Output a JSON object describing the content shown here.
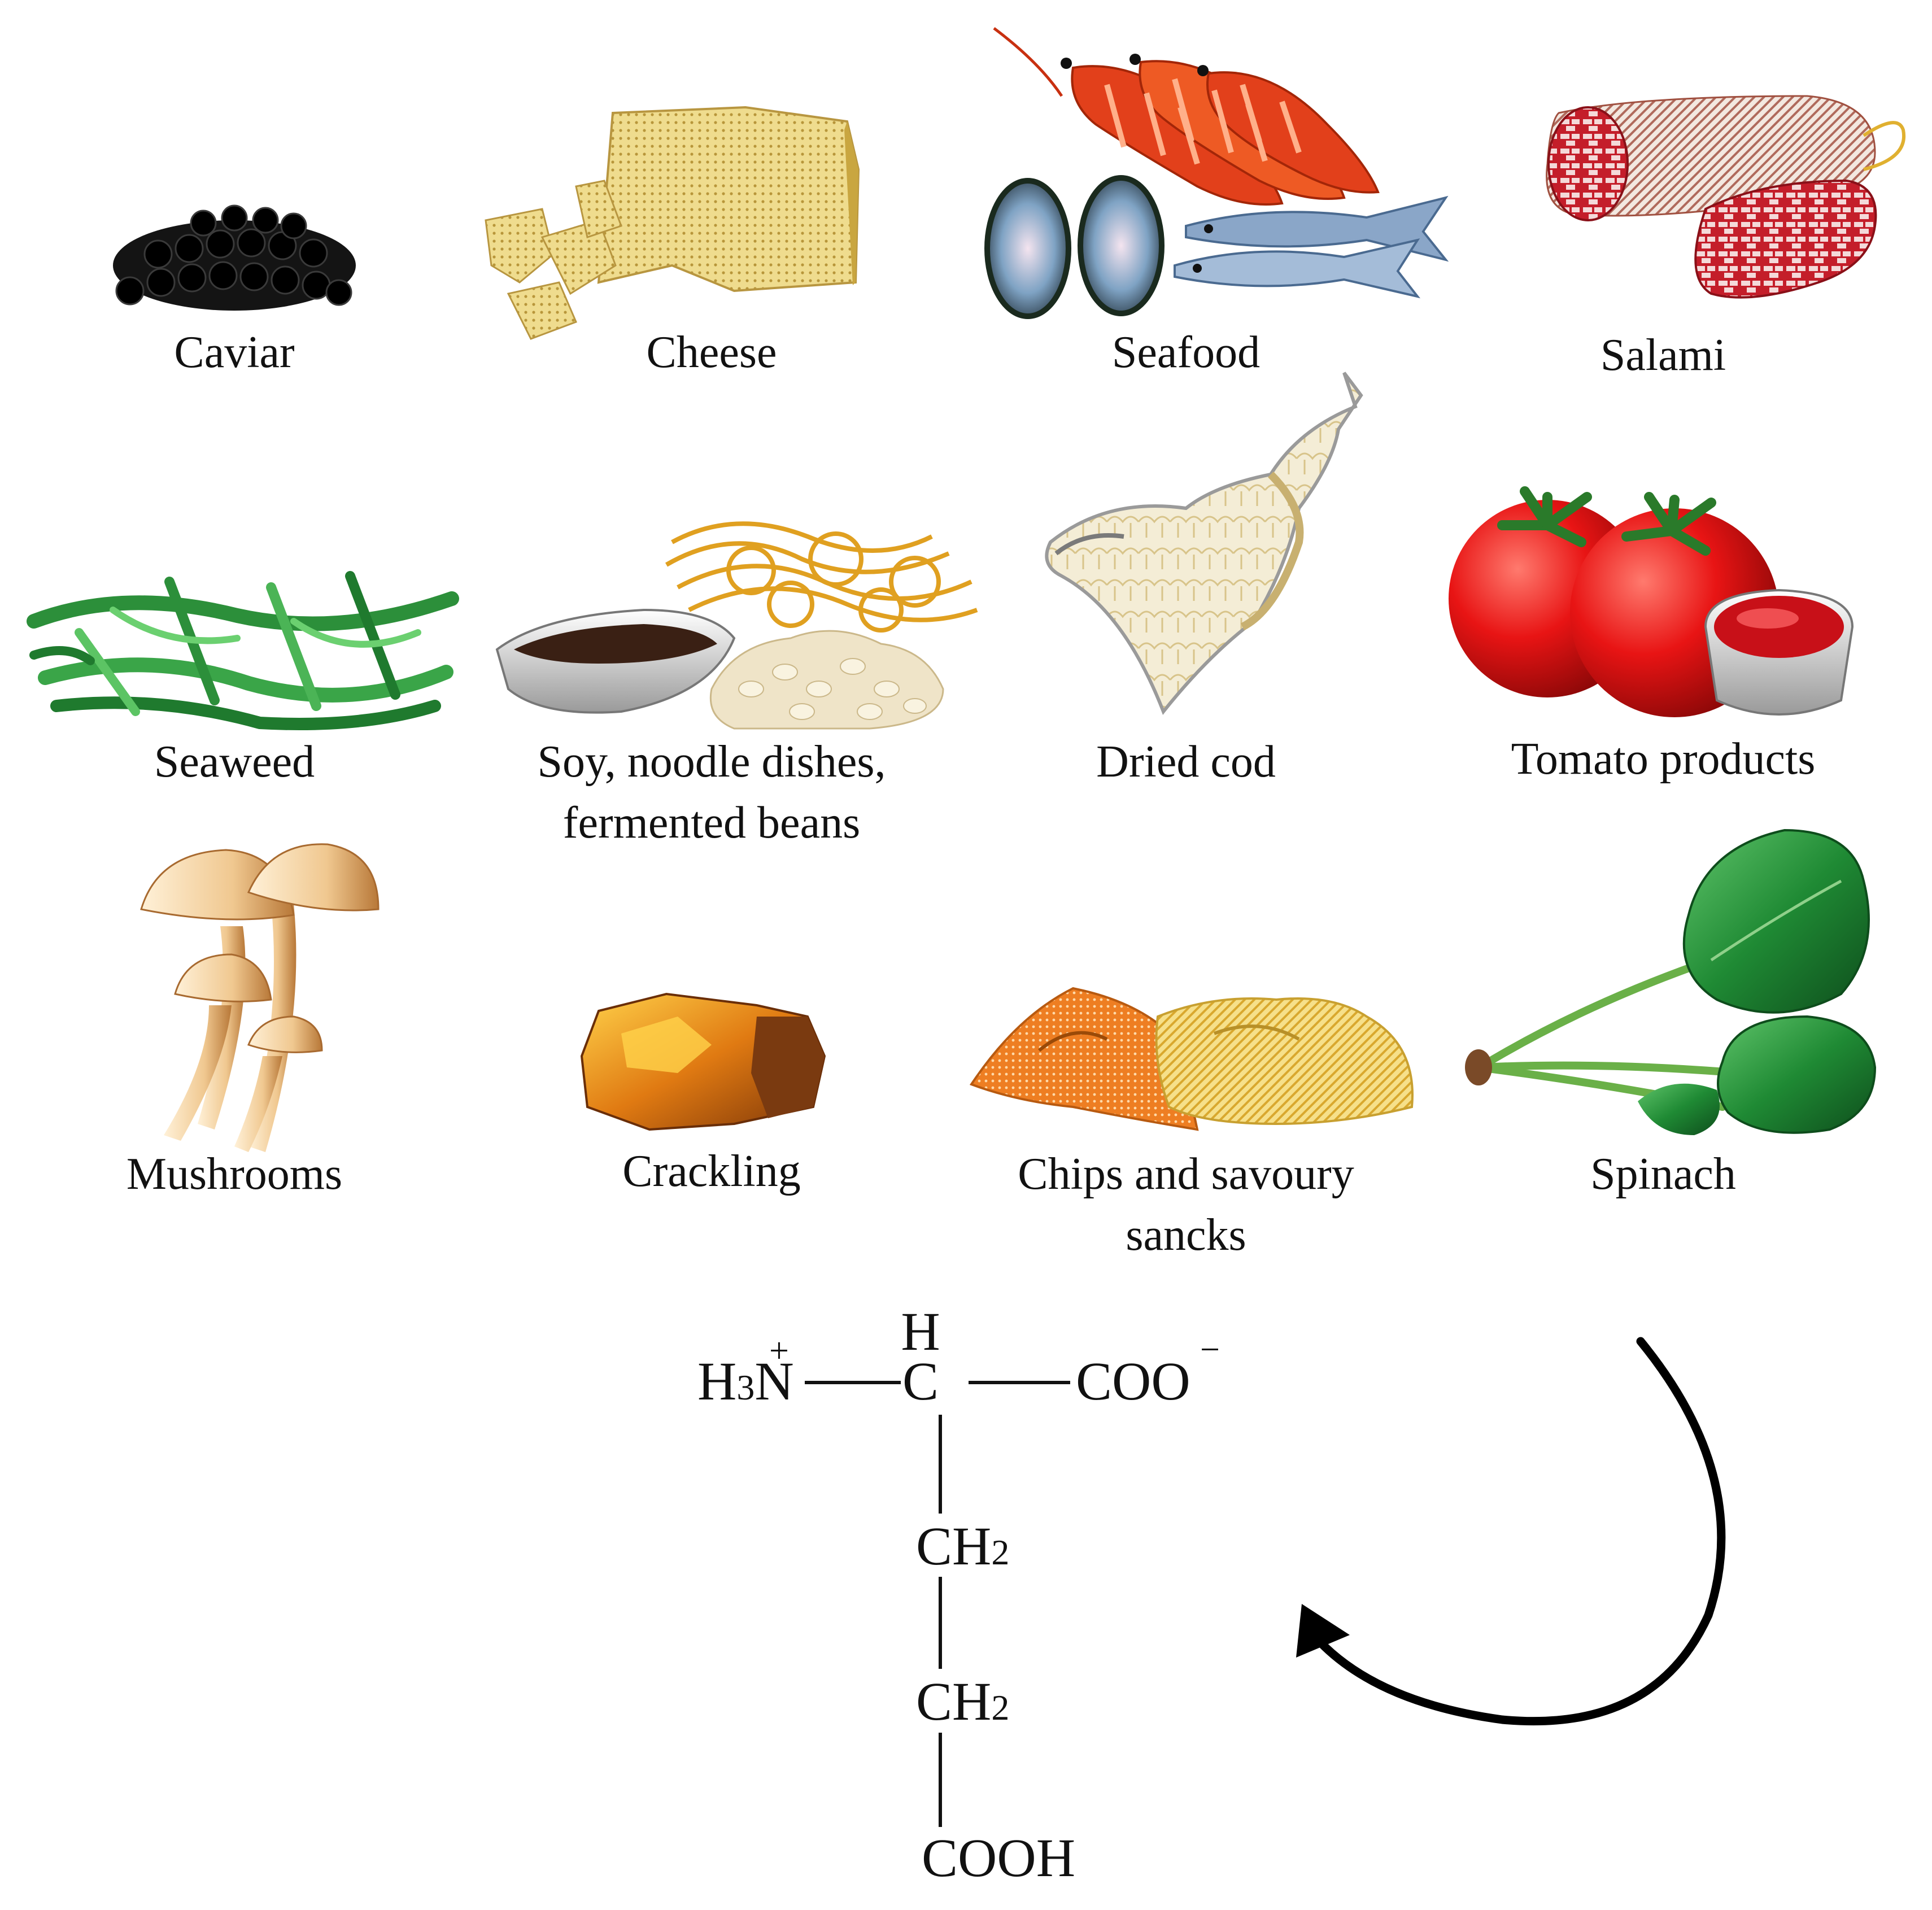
{
  "foods": [
    {
      "label": "Caviar",
      "icon": "caviar-icon"
    },
    {
      "label": "Cheese",
      "icon": "cheese-icon"
    },
    {
      "label": "Seafood",
      "icon": "seafood-icon"
    },
    {
      "label": "Salami",
      "icon": "salami-icon"
    },
    {
      "label": "Seaweed",
      "icon": "seaweed-icon"
    },
    {
      "label_line1": "Soy, noodle dishes,",
      "label_line2": "fermented beans",
      "icon": "soy-noodles-icon"
    },
    {
      "label": "Dried cod",
      "icon": "dried-cod-icon"
    },
    {
      "label": "Tomato products",
      "icon": "tomato-icon"
    },
    {
      "label": "Mushrooms",
      "icon": "mushroom-icon"
    },
    {
      "label": "Crackling",
      "icon": "crackling-icon"
    },
    {
      "label_line1": "Chips and savoury",
      "label_line2": "sancks",
      "icon": "chips-icon"
    },
    {
      "label": "Spinach",
      "icon": "spinach-icon"
    }
  ],
  "molecule": {
    "amine_h": "H",
    "amine_sub": "3",
    "amine_n": "N",
    "amine_charge": "+",
    "alpha_h": "H",
    "alpha_c": "C",
    "carboxylate": "COO",
    "carboxylate_charge": "−",
    "ch2_c": "CH",
    "ch2_sub": "2",
    "side_cooh": "COOH"
  },
  "colors": {
    "text": "#111111",
    "caviar": "#141414",
    "cheese": "#e6cf7a",
    "shrimp": "#e2401b",
    "fish": "#8aa6c8",
    "salami": "#c0202c",
    "seaweed": "#2c8f3a",
    "soy": "#3a2014",
    "noodle": "#e0a020",
    "cod": "#efe6c6",
    "tomato": "#e01818",
    "mushroom": "#f0c890",
    "crackling": "#e08010",
    "chips_orange": "#f08a30",
    "chips_yellow": "#f2d060",
    "spinach": "#1f8a34",
    "arrow": "#000000"
  }
}
